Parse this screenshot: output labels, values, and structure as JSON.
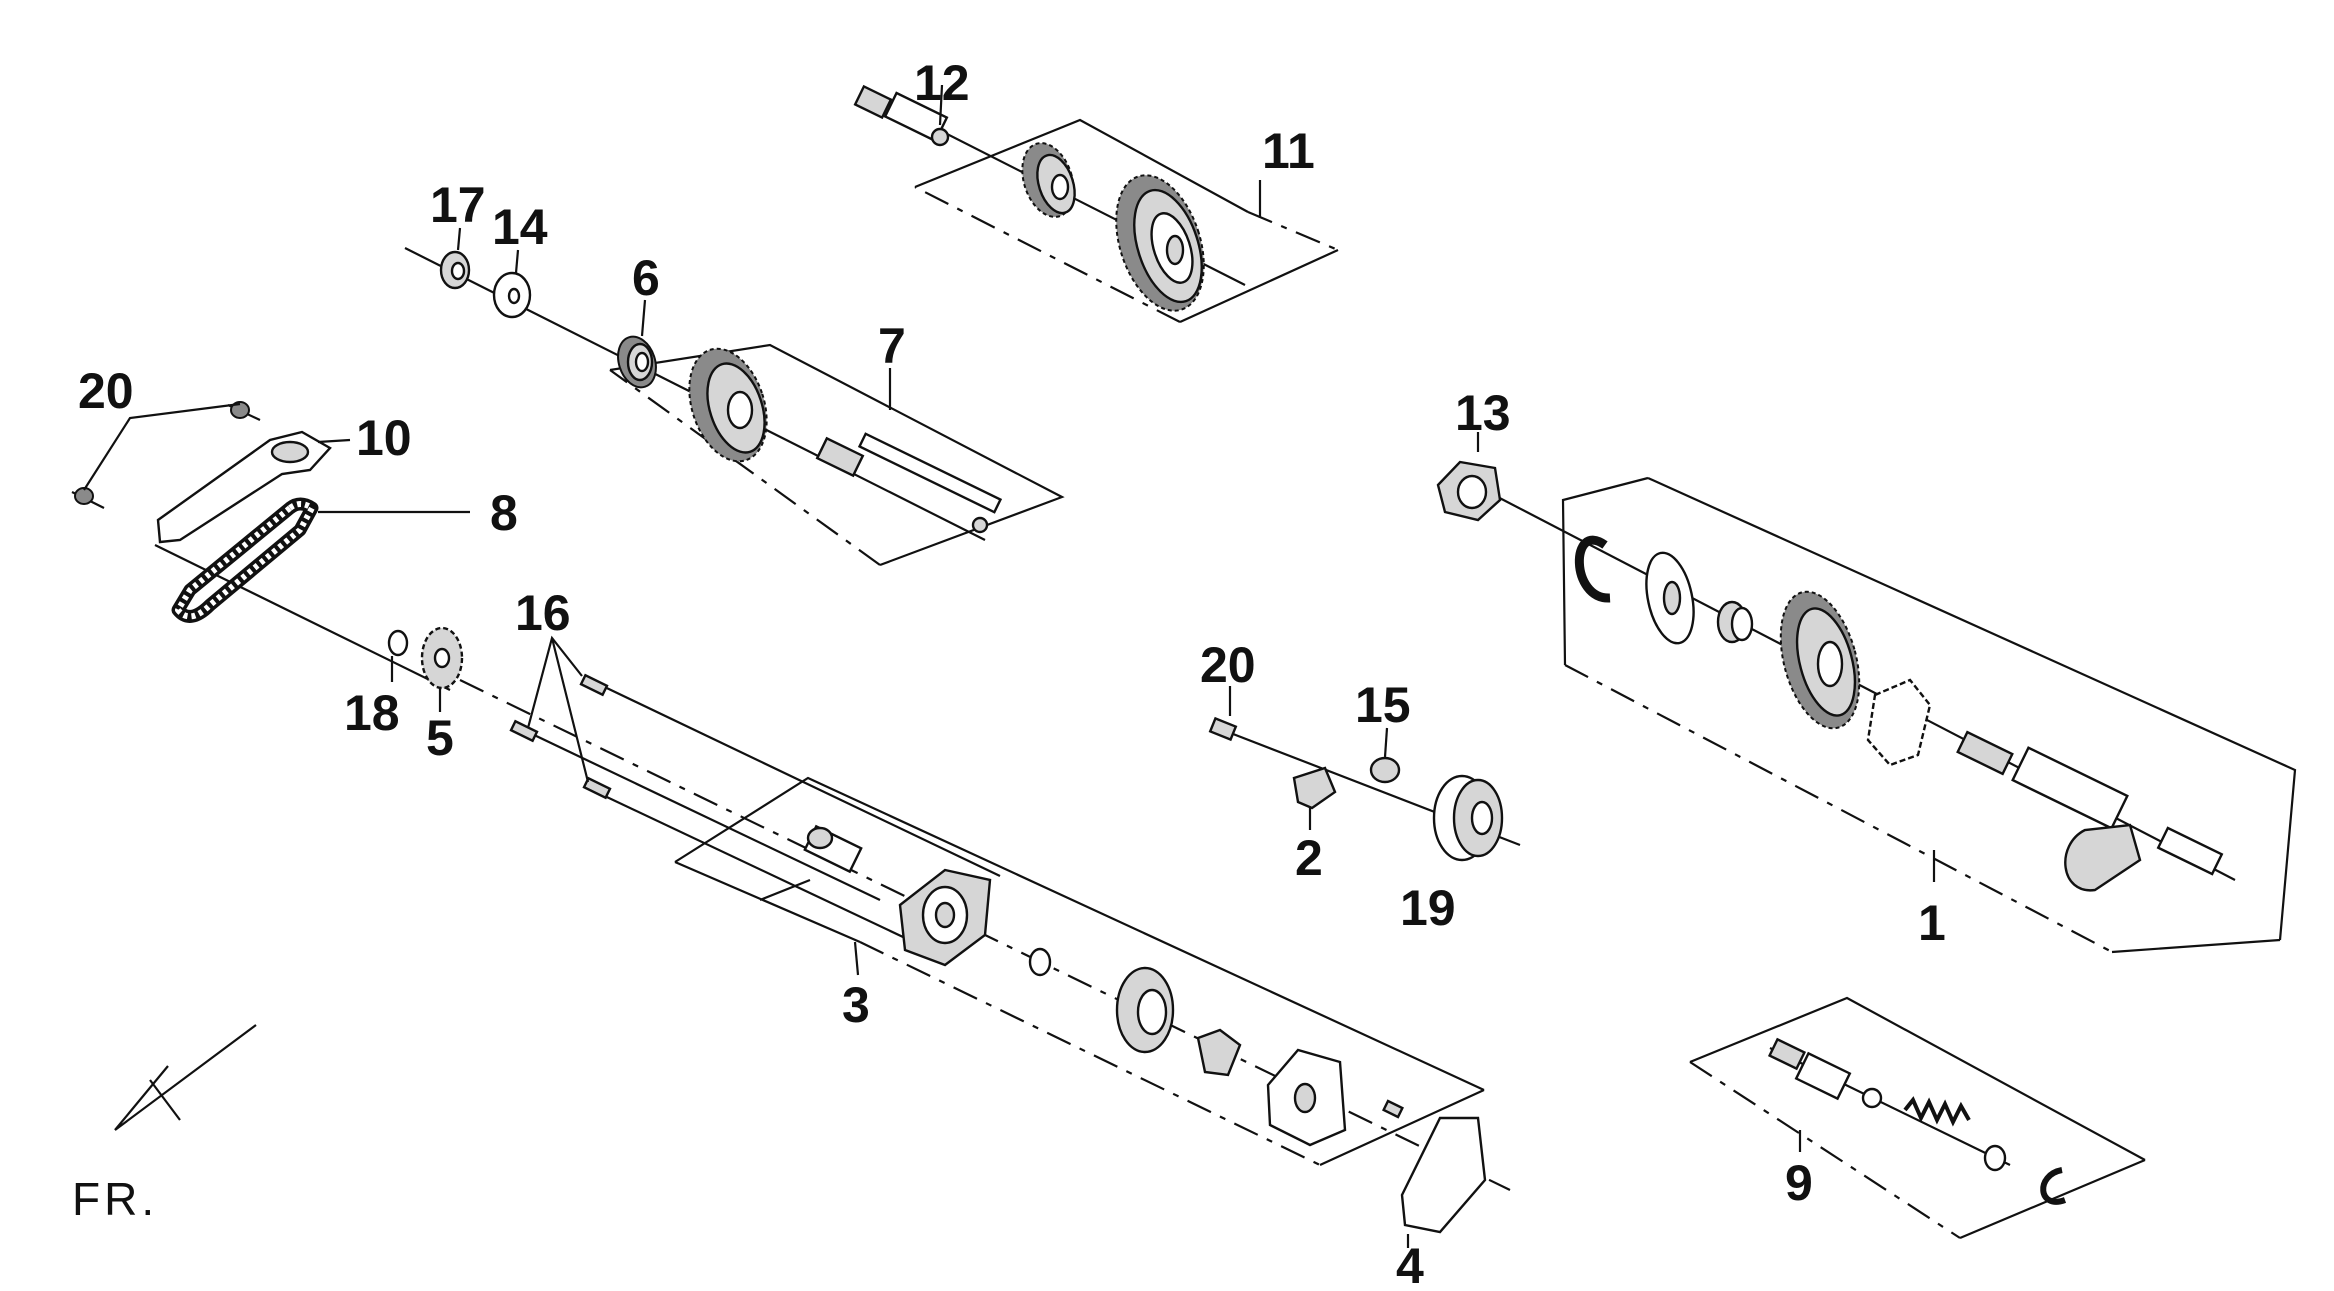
{
  "diagram": {
    "labels": {
      "p1": "1",
      "p2": "2",
      "p3": "3",
      "p4": "4",
      "p5": "5",
      "p6": "6",
      "p7": "7",
      "p8": "8",
      "p9": "9",
      "p10": "10",
      "p11": "11",
      "p12": "12",
      "p13": "13",
      "p14": "14",
      "p15": "15",
      "p16": "16",
      "p17": "17",
      "p18": "18",
      "p19": "19",
      "p20a": "20",
      "p20b": "20"
    },
    "direction_marker": "FR."
  }
}
